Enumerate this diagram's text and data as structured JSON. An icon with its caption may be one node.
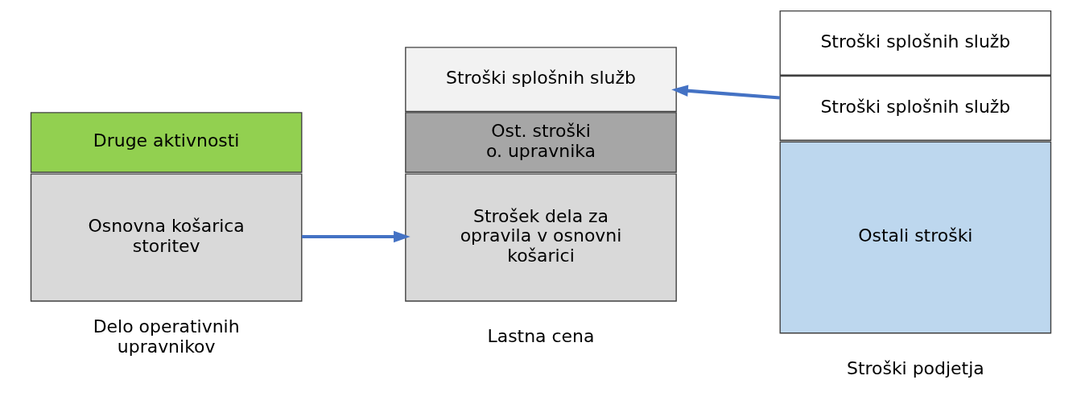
{
  "diagram": {
    "nodes": [
      {
        "text": [
          "Druge aktivnosti"
        ]
      },
      {
        "text": [
          "Osnovna košarica storitev"
        ]
      },
      {
        "text": [
          "Stroški splošnih služb"
        ]
      },
      {
        "text": [
          "Ost. stroški o. upravnika"
        ]
      },
      {
        "text": [
          "Strošek dela za opravila v osnovni košarici"
        ]
      },
      {
        "text": [
          "Stroški splošnih služb"
        ]
      },
      {
        "text": [
          "Stroški splošnih služb"
        ]
      },
      {
        "text": [
          "Ostali stroški"
        ]
      }
    ],
    "edges": [
      {
        "from": 1,
        "to": 4,
        "arrow": "to"
      },
      {
        "from": 6,
        "to": 2,
        "arrow": "to"
      }
    ],
    "labels": [
      "Delo operativnih upravnikov",
      "Lastna cena",
      "Stroški podjetja"
    ]
  }
}
